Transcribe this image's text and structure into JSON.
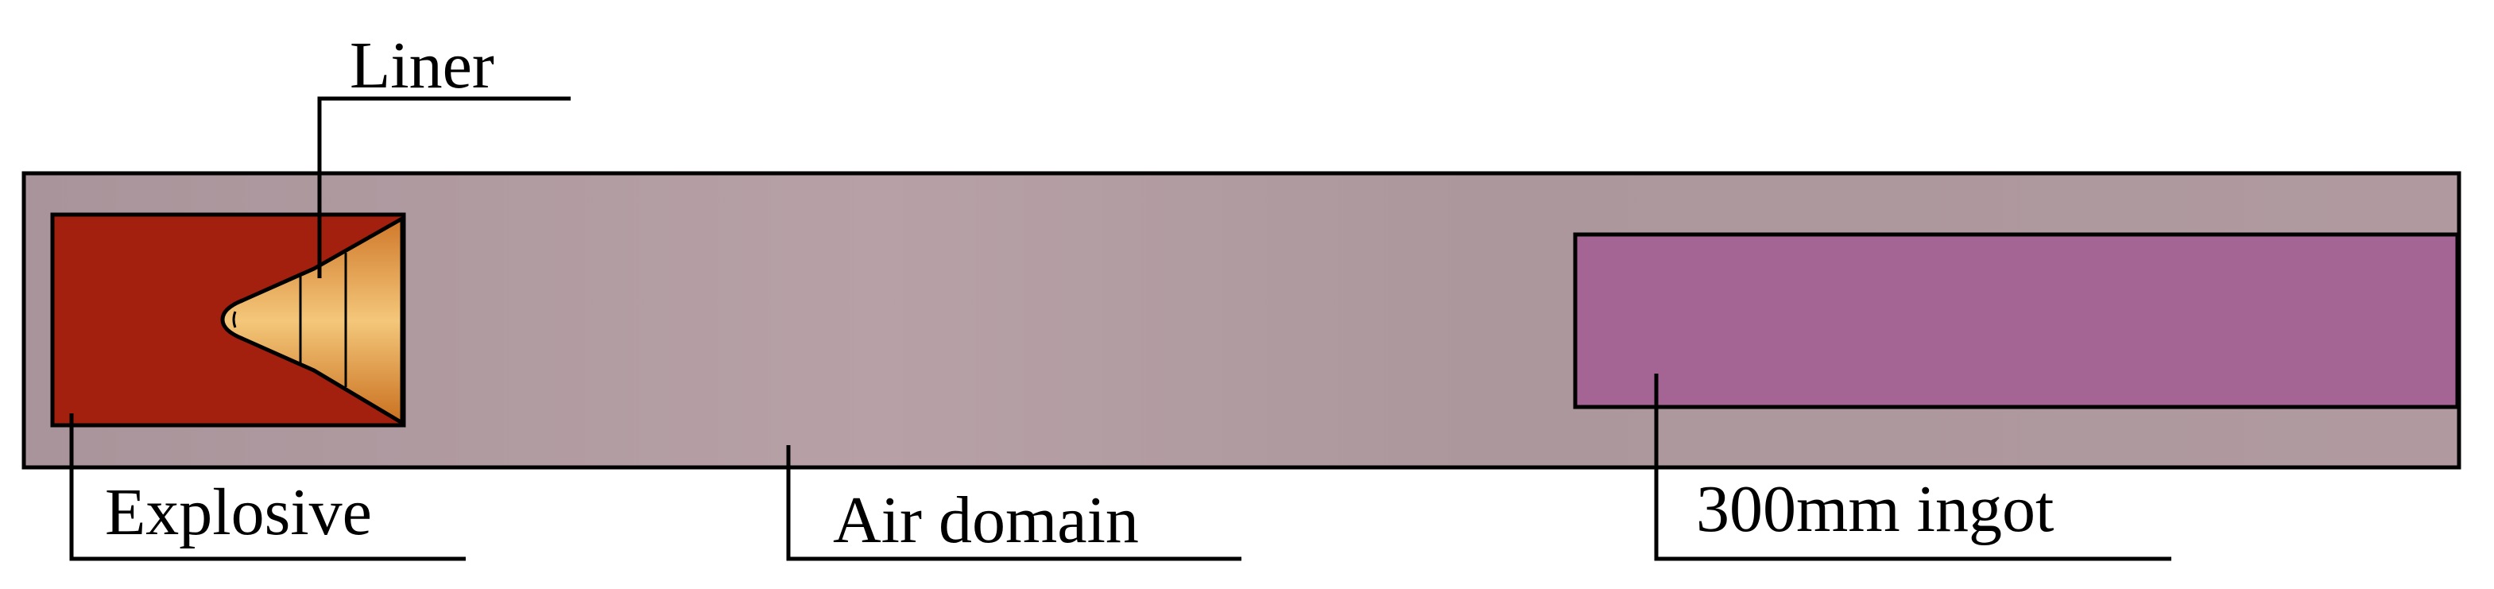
{
  "labels": {
    "liner": "Liner",
    "explosive": "Explosive",
    "air_domain": "Air domain",
    "ingot": "300mm ingot"
  },
  "colors": {
    "background": "#ffffff",
    "air_domain": "#b39ca3",
    "explosive": "#a31f0e",
    "liner": "#e8a24a",
    "ingot": "#a46594",
    "outline": "#000000"
  }
}
